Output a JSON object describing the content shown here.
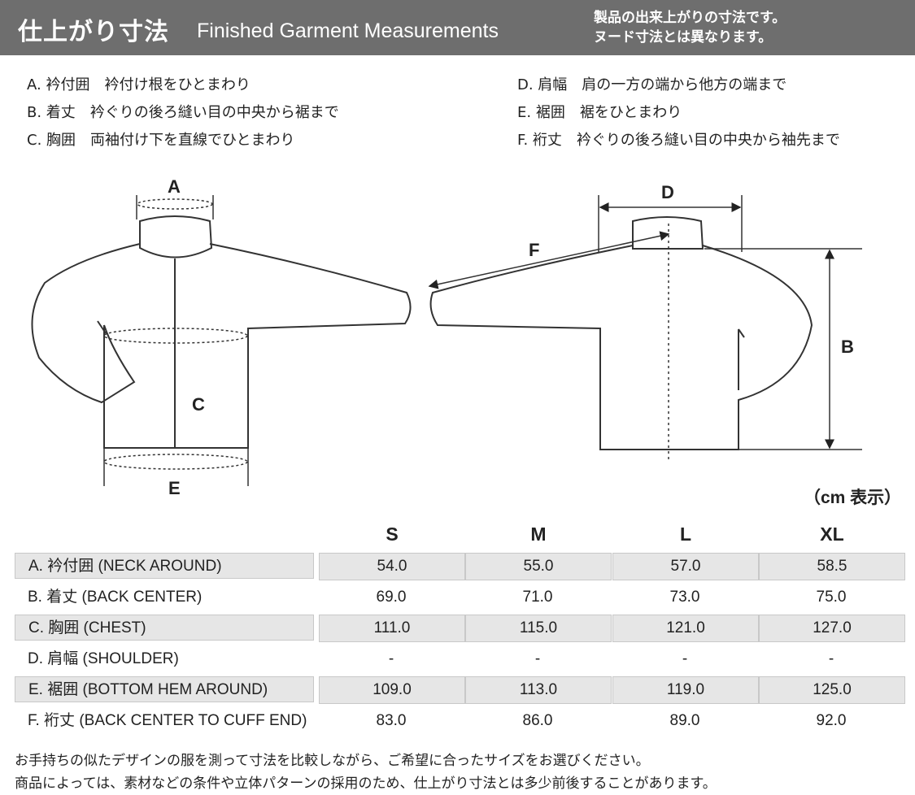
{
  "header": {
    "title_ja": "仕上がり寸法",
    "title_en": "Finished Garment Measurements",
    "note_line1": "製品の出来上がりの寸法です。",
    "note_line2": "ヌード寸法とは異なります。"
  },
  "legend": {
    "left": [
      "A. 衿付囲　衿付け根をひとまわり",
      "B. 着丈　衿ぐりの後ろ縫い目の中央から裾まで",
      "C. 胸囲　両袖付け下を直線でひとまわり"
    ],
    "right": [
      "D. 肩幅　肩の一方の端から他方の端まで",
      "E. 裾囲　裾をひとまわり",
      "F. 裄丈　衿ぐりの後ろ縫い目の中央から袖先まで"
    ]
  },
  "diagram_labels": {
    "a": "A",
    "b": "B",
    "c": "C",
    "d": "D",
    "e": "E",
    "f": "F"
  },
  "unit": "（cm 表示）",
  "table": {
    "sizes": [
      "S",
      "M",
      "L",
      "XL"
    ],
    "rows": [
      {
        "label": "A. 衿付囲 (NECK AROUND)",
        "values": [
          "54.0",
          "55.0",
          "57.0",
          "58.5"
        ]
      },
      {
        "label": "B. 着丈 (BACK CENTER)",
        "values": [
          "69.0",
          "71.0",
          "73.0",
          "75.0"
        ]
      },
      {
        "label": "C. 胸囲 (CHEST)",
        "values": [
          "111.0",
          "115.0",
          "121.0",
          "127.0"
        ]
      },
      {
        "label": "D. 肩幅 (SHOULDER)",
        "values": [
          "-",
          "-",
          "-",
          "-"
        ]
      },
      {
        "label": "E. 裾囲 (BOTTOM HEM AROUND)",
        "values": [
          "109.0",
          "113.0",
          "119.0",
          "125.0"
        ]
      },
      {
        "label": "F. 裄丈 (BACK CENTER TO CUFF END)",
        "values": [
          "83.0",
          "86.0",
          "89.0",
          "92.0"
        ]
      }
    ]
  },
  "footer": {
    "line1": "お手持ちの似たデザインの服を測って寸法を比較しながら、ご希望に合ったサイズをお選びください。",
    "line2": "商品によっては、素材などの条件や立体パターンの採用のため、仕上がり寸法とは多少前後することがあります。"
  },
  "colors": {
    "header_bg": "#6e6e6e",
    "row_shade": "#e6e6e6"
  }
}
